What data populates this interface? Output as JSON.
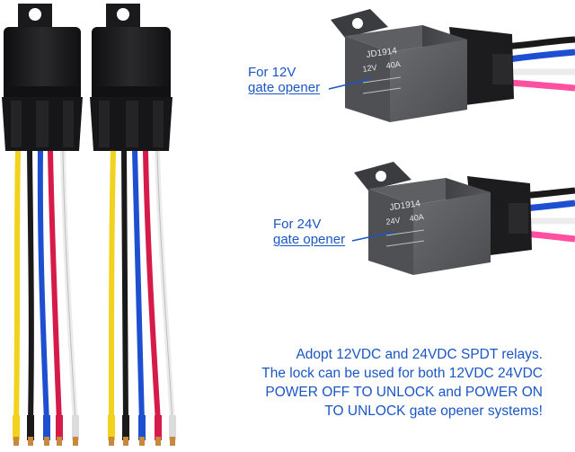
{
  "relay_top": {
    "model": "JD1914",
    "voltage": "12V",
    "current": "40A",
    "callout_line1": "For 12V",
    "callout_line2": "gate opener"
  },
  "relay_bottom": {
    "model": "JD1914",
    "voltage": "24V",
    "current": "40A",
    "callout_line1": "For 24V",
    "callout_line2": "gate opener"
  },
  "description": {
    "line1": "Adopt 12VDC and 24VDC SPDT relays.",
    "line2": "The lock can be used for both 12VDC 24VDC",
    "line3": "POWER OFF TO UNLOCK and POWER ON",
    "line4": "TO UNLOCK gate opener systems!"
  },
  "colors": {
    "text_accent": "#1a56c4",
    "relay_body": "#56585c",
    "socket_black": "#1c1c1e",
    "wire_yellow": "#f2d21c",
    "wire_black": "#1a1a1a",
    "wire_blue": "#1f4fd1",
    "wire_red": "#d61a4a",
    "wire_white": "#f2f2f2",
    "wire_pink": "#ff4fa0"
  }
}
